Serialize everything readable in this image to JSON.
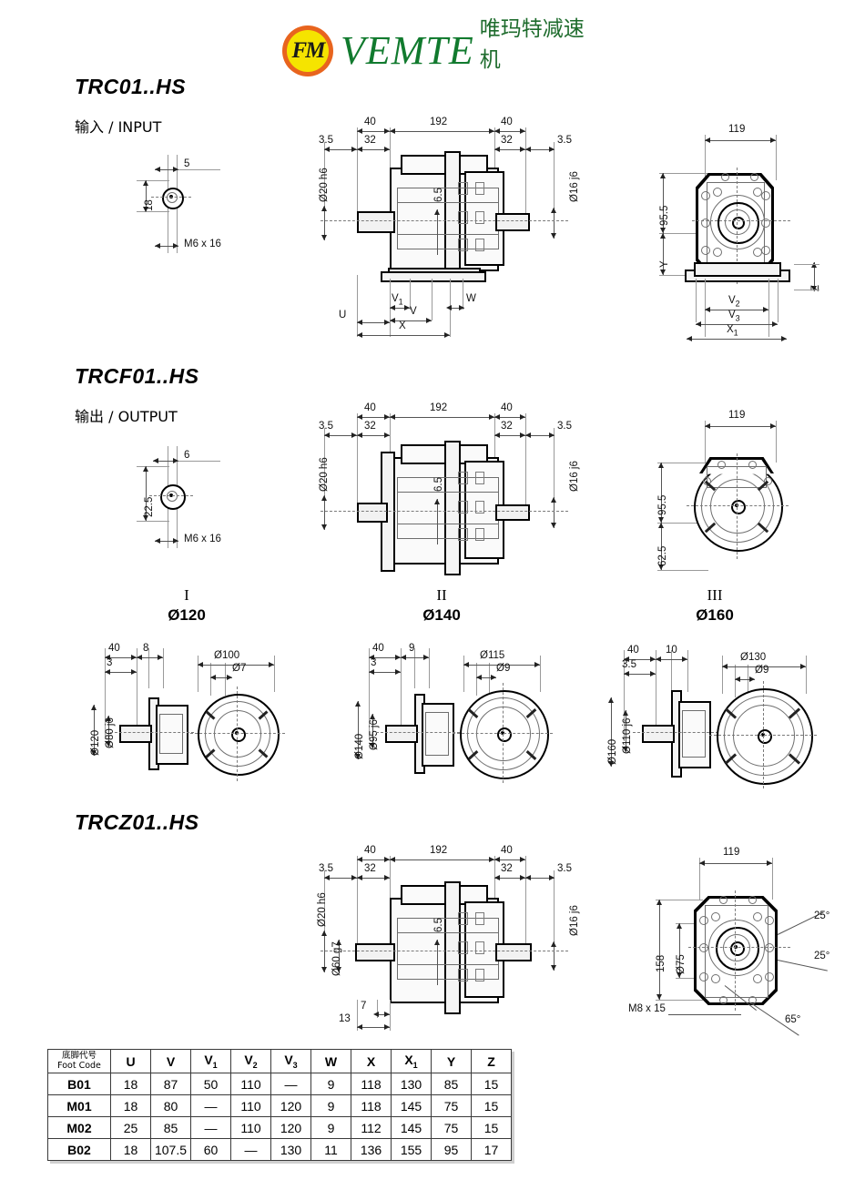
{
  "header": {
    "brand": "VEMTE",
    "brand_cn": "唯玛特减速机",
    "logo_mono": "FM"
  },
  "sections": [
    {
      "id": "trc01",
      "title": "TRC01..HS",
      "subtitle": "输入 / INPUT",
      "keyway": {
        "d1": "5",
        "d2": "18",
        "thread": "M6 x 16"
      },
      "front": {
        "top_left": "40",
        "top_mid": "192",
        "top_right": "40",
        "sec_left_a": "3.5",
        "sec_left_b": "32",
        "sec_right_a": "32",
        "sec_right_b": "3.5",
        "shaft_in": "Ø20 h6",
        "shaft_out": "Ø16 j6",
        "center_h": "6.5",
        "base_v1": "V1",
        "base_v": "V",
        "base_w": "W",
        "base_u": "U",
        "base_x": "X"
      },
      "side": {
        "width": "119",
        "height": "95.5",
        "y": "Y",
        "z": "Z",
        "v2": "V2",
        "v3": "V3",
        "x1": "X1"
      }
    },
    {
      "id": "trcf01",
      "title": "TRCF01..HS",
      "subtitle": "输出 / OUTPUT",
      "keyway": {
        "d1": "6",
        "d2": "22.5",
        "thread": "M6 x 16"
      },
      "front": {
        "top_left": "40",
        "top_mid": "192",
        "top_right": "40",
        "sec_left_a": "3.5",
        "sec_left_b": "32",
        "sec_right_a": "32",
        "sec_right_b": "3.5",
        "shaft_in": "Ø20 h6",
        "shaft_out": "Ø16 j6",
        "center_h": "6.5"
      },
      "side": {
        "width": "119",
        "height": "95.5",
        "lower": "62.5"
      }
    }
  ],
  "flanges": [
    {
      "roman": "I",
      "caption": "Ø120",
      "len_a": "40",
      "len_b": "8",
      "len_c": "3",
      "bolt_circle": "Ø100",
      "hole": "Ø7",
      "outer": "Ø120",
      "spigot": "Ø80 j6"
    },
    {
      "roman": "II",
      "caption": "Ø140",
      "len_a": "40",
      "len_b": "9",
      "len_c": "3",
      "bolt_circle": "Ø115",
      "hole": "Ø9",
      "outer": "Ø140",
      "spigot": "Ø95 j6"
    },
    {
      "roman": "III",
      "caption": "Ø160",
      "len_a": "40",
      "len_b": "10",
      "len_c": "3.5",
      "bolt_circle": "Ø130",
      "hole": "Ø9",
      "outer": "Ø160",
      "spigot": "Ø110 j6"
    }
  ],
  "trcz": {
    "title": "TRCZ01..HS",
    "front": {
      "top_left": "40",
      "top_mid": "192",
      "top_right": "40",
      "sec_left_a": "3.5",
      "sec_left_b": "32",
      "sec_right_a": "32",
      "sec_right_b": "3.5",
      "shaft_in": "Ø20 h6",
      "shaft_out": "Ø16 j6",
      "hollow": "Ø60 g7",
      "center_h": "6.5",
      "base_a": "7",
      "base_b": "13"
    },
    "side": {
      "width": "119",
      "height": "158",
      "bolt_circle": "Ø75",
      "thread": "M8 x 15",
      "ang1": "25°",
      "ang2": "25°",
      "ang3": "65°"
    }
  },
  "table": {
    "corner_cn": "底脚代号",
    "corner_en": "Foot Code",
    "columns": [
      "U",
      "V",
      "V1",
      "V2",
      "V3",
      "W",
      "X",
      "X1",
      "Y",
      "Z"
    ],
    "rows": [
      {
        "code": "B01",
        "values": [
          "18",
          "87",
          "50",
          "110",
          "—",
          "9",
          "118",
          "130",
          "85",
          "15"
        ]
      },
      {
        "code": "M01",
        "values": [
          "18",
          "80",
          "—",
          "110",
          "120",
          "9",
          "118",
          "145",
          "75",
          "15"
        ]
      },
      {
        "code": "M02",
        "values": [
          "25",
          "85",
          "—",
          "110",
          "120",
          "9",
          "112",
          "145",
          "75",
          "15"
        ]
      },
      {
        "code": "B02",
        "values": [
          "18",
          "107.5",
          "60",
          "—",
          "130",
          "11",
          "136",
          "155",
          "95",
          "17"
        ]
      }
    ]
  },
  "colors": {
    "brand_green": "#117a2e",
    "logo_ring": "#e8641e",
    "logo_disc": "#f5e400",
    "line": "#1a1a1a"
  }
}
